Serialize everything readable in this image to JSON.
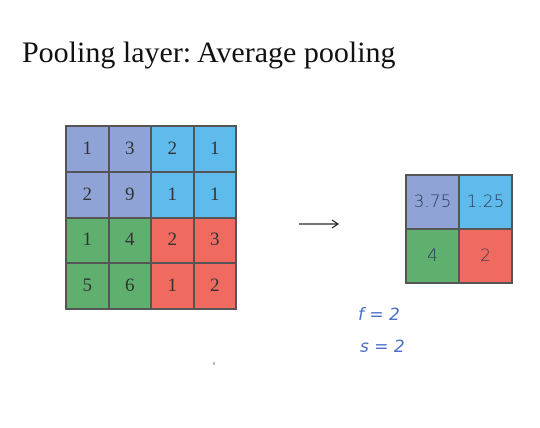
{
  "title": "Pooling layer: Average pooling",
  "input_matrix": {
    "rows": [
      [
        {
          "value": "1",
          "color": "#8fa3d6"
        },
        {
          "value": "3",
          "color": "#8fa3d6"
        },
        {
          "value": "2",
          "color": "#5fbbeb"
        },
        {
          "value": "1",
          "color": "#5fbbeb"
        }
      ],
      [
        {
          "value": "2",
          "color": "#8fa3d6"
        },
        {
          "value": "9",
          "color": "#8fa3d6"
        },
        {
          "value": "1",
          "color": "#5fbbeb"
        },
        {
          "value": "1",
          "color": "#5fbbeb"
        }
      ],
      [
        {
          "value": "1",
          "color": "#5fb06e"
        },
        {
          "value": "4",
          "color": "#5fb06e"
        },
        {
          "value": "2",
          "color": "#f06a5f"
        },
        {
          "value": "3",
          "color": "#f06a5f"
        }
      ],
      [
        {
          "value": "5",
          "color": "#5fb06e"
        },
        {
          "value": "6",
          "color": "#5fb06e"
        },
        {
          "value": "1",
          "color": "#f06a5f"
        },
        {
          "value": "2",
          "color": "#f06a5f"
        }
      ]
    ]
  },
  "output_matrix": {
    "rows": [
      [
        {
          "value": "3.75",
          "color": "#8fa3d6"
        },
        {
          "value": "1.25",
          "color": "#5fbbeb"
        }
      ],
      [
        {
          "value": "4",
          "color": "#5fb06e"
        },
        {
          "value": "2",
          "color": "#f06a5f"
        }
      ]
    ]
  },
  "annotations": {
    "filter_size": "f = 2",
    "stride": "s = 2"
  },
  "colors": {
    "purple": "#8fa3d6",
    "blue": "#5fbbeb",
    "green": "#5fb06e",
    "red": "#f06a5f",
    "handwriting": "#4a6fc7"
  },
  "icons": {
    "arrow": "right-arrow-icon"
  }
}
